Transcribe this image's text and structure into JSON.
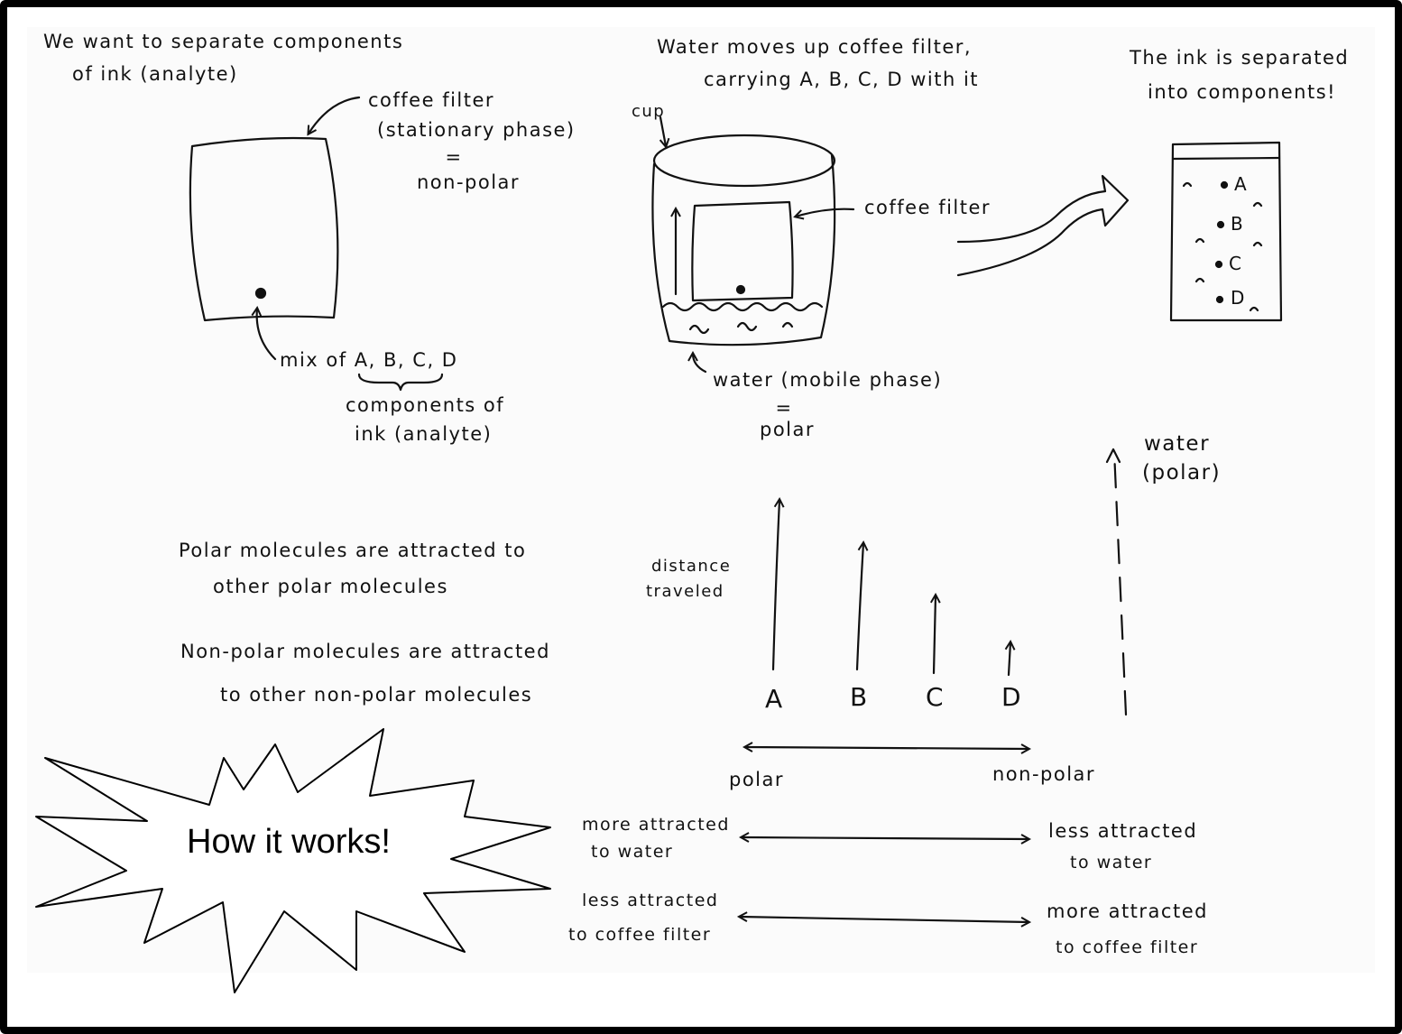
{
  "intro": {
    "line1": "We want to separate components",
    "line2": "of ink (analyte)"
  },
  "filter_panel": {
    "filter_label_1": "coffee filter",
    "filter_label_2": "(stationary phase)",
    "equals_1": "=",
    "filter_label_3": "non-polar",
    "mix_label": "mix of A, B, C, D",
    "mix_sub_1": "components of",
    "mix_sub_2": "ink (analyte)"
  },
  "cup_panel": {
    "title_1": "Water moves up coffee filter,",
    "title_2": "carrying A, B, C, D with it",
    "cup_label": "cup",
    "filter_label": "coffee filter",
    "water_label": "water (mobile phase)",
    "equals_2": "=",
    "polar_label": "polar"
  },
  "result_panel": {
    "title_1": "The ink is separated",
    "title_2": "into components!",
    "spots": [
      "A",
      "B",
      "C",
      "D"
    ]
  },
  "rules": {
    "polar_1": "Polar molecules are attracted to",
    "polar_2": "other polar molecules",
    "nonpolar_1": "Non-polar molecules are attracted",
    "nonpolar_2": "to other non-polar molecules"
  },
  "distance_chart": {
    "ylabel_1": "distance",
    "ylabel_2": "traveled",
    "components": [
      "A",
      "B",
      "C",
      "D"
    ],
    "water_label_1": "water",
    "water_label_2": "(polar)",
    "axis_left": "polar",
    "axis_right": "non-polar"
  },
  "attraction": {
    "row1_left_1": "more attracted",
    "row1_left_2": "to water",
    "row1_right_1": "less attracted",
    "row1_right_2": "to water",
    "row2_left_1": "less attracted",
    "row2_left_2": "to coffee filter",
    "row2_right_1": "more attracted",
    "row2_right_2": "to coffee filter"
  },
  "burst": {
    "text": "How it works!"
  }
}
